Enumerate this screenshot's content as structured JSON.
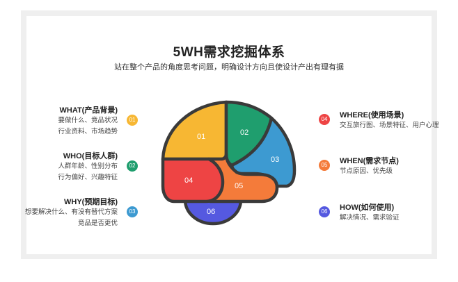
{
  "header": {
    "title": "5WH需求挖掘体系",
    "subtitle": "站在整个产品的角度思考问题，明确设计方向且使设计产出有理有据"
  },
  "colors": {
    "c01": "#f7b733",
    "c02": "#1f9e6e",
    "c03": "#3d9ad1",
    "c04": "#ee4444",
    "c05": "#f47b3a",
    "c06": "#5559e0",
    "outline": "#3a3a3a",
    "frame": "#efefef"
  },
  "items": [
    {
      "num": "01",
      "heading": "WHAT(产品背景)",
      "lines": [
        "要做什么、竞品状况",
        "行业资料、市场趋势"
      ],
      "side": "left"
    },
    {
      "num": "02",
      "heading": "WHO(目标人群)",
      "lines": [
        "人群年龄、性别分布",
        "行为偏好、兴趣特征"
      ],
      "side": "left"
    },
    {
      "num": "03",
      "heading": "WHY(预期目标)",
      "lines": [
        "想要解决什么、有没有替代方案",
        "竞品是否更优"
      ],
      "side": "left"
    },
    {
      "num": "04",
      "heading": "WHERE(使用场景)",
      "lines": [
        "交互旅行图、场景特征、用户心理"
      ],
      "side": "right"
    },
    {
      "num": "05",
      "heading": "WHEN(需求节点)",
      "lines": [
        "节点原因、优先级"
      ],
      "side": "right"
    },
    {
      "num": "06",
      "heading": "HOW(如何使用)",
      "lines": [
        "解决情况、需求验证"
      ],
      "side": "right"
    }
  ],
  "brain": {
    "labels": [
      "01",
      "02",
      "03",
      "04",
      "05",
      "06"
    ]
  }
}
